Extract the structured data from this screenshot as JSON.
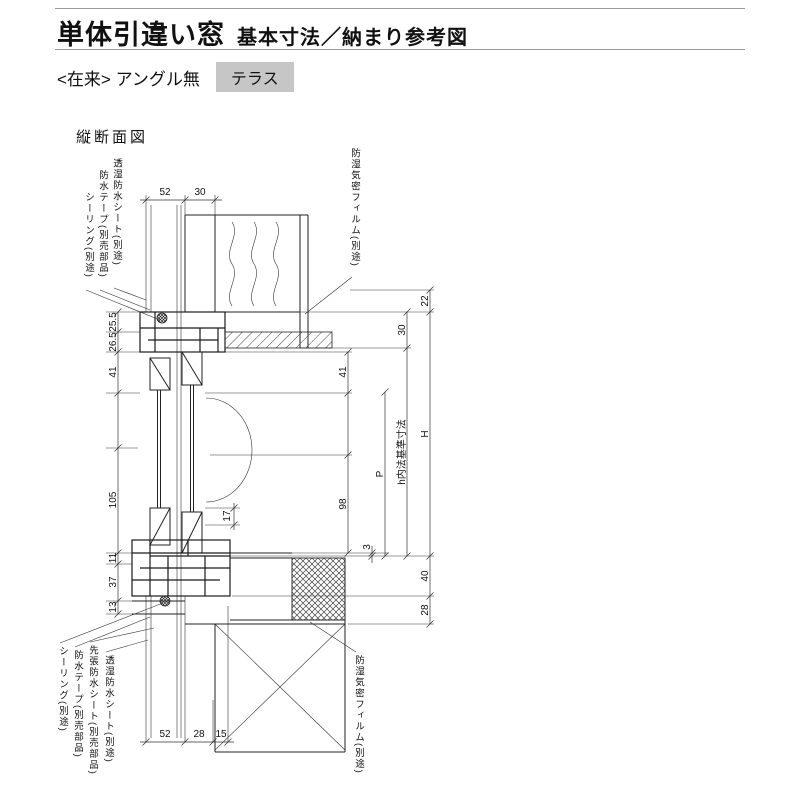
{
  "header": {
    "title_main": "単体引違い窓",
    "title_sub": "基本寸法／納まり参考図",
    "spec_text": "<在来> アングル無",
    "spec_badge": "テラス"
  },
  "drawing": {
    "section_label": "縦断面図",
    "callouts": {
      "top_sealing": "シーリング(別途)",
      "top_tape": "防水テープ(別売部品)",
      "top_sheet": "透湿防水シート(別途)",
      "top_film": "防湿気密フィルム(別途)",
      "bottom_sealing": "シーリング(別途)",
      "bottom_tape": "防水テープ(別売部品)",
      "bottom_presheet": "先張防水シート(別売部品)",
      "bottom_sheet": "透湿防水シート(別途)",
      "bottom_film": "防湿気密フィルム(別途)"
    },
    "dims": {
      "top_52": "52",
      "top_30": "30",
      "left_25_5": "25.5",
      "left_26_5": "26.5",
      "left_41": "41",
      "left_105": "105",
      "left_11": "11",
      "left_37": "37",
      "left_13": "13",
      "right_22": "22",
      "right_30": "30",
      "right_41": "41",
      "right_98": "98",
      "right_P": "P",
      "right_H": "H",
      "right_h_label": "h内法基準寸法",
      "right_3": "3",
      "right_40": "40",
      "right_28": "28",
      "mid_17": "17",
      "bottom_52": "52",
      "bottom_28": "28",
      "bottom_15": "15"
    }
  },
  "colors": {
    "line": "#222222",
    "badge_bg": "#c6c6c6",
    "rule": "#9a9a9a"
  }
}
